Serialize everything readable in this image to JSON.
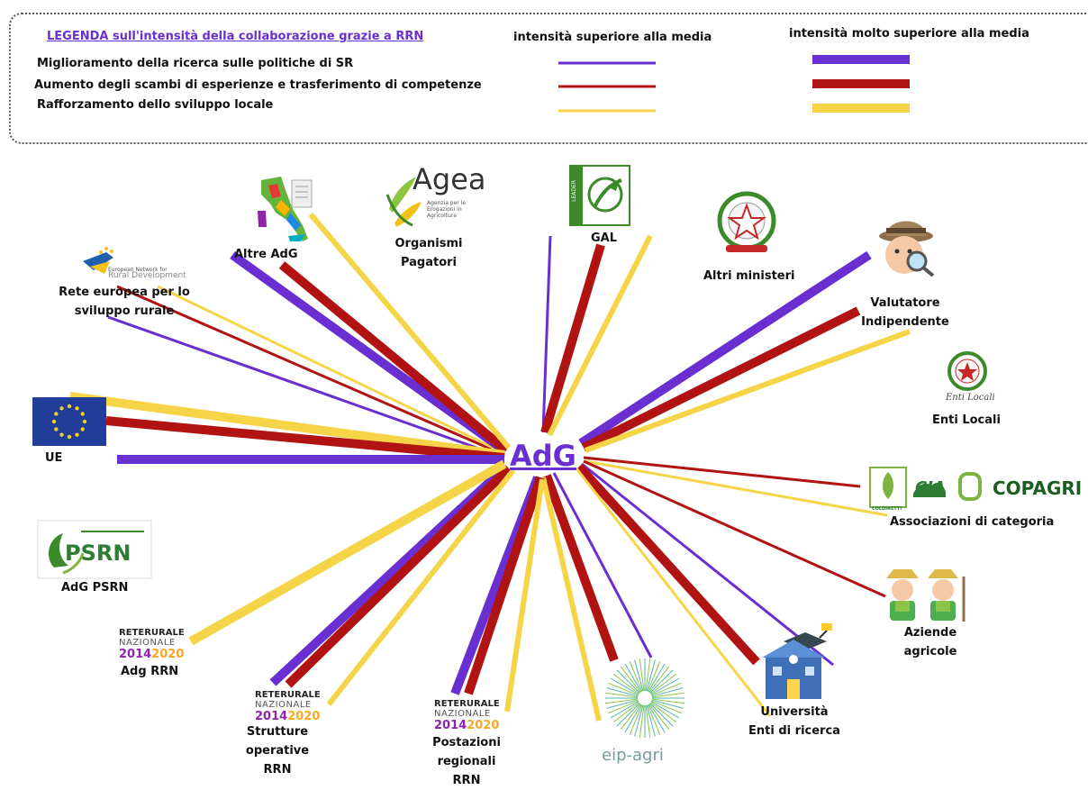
{
  "legend": {
    "title": "LEGENDA sull'intensità della collaborazione grazie a RRN",
    "col_above": "intensità superiore alla media",
    "col_much_above": "intensità molto superiore alla media",
    "rows": [
      "Miglioramento della ricerca sulle politiche di SR",
      "Aumento degli scambi di esperienze e trasferimento di competenze",
      "Rafforzamento dello sviluppo locale"
    ]
  },
  "colors": {
    "purple": "#6a2fd0",
    "red": "#b11212",
    "yellow": "#f5d547",
    "green": "#3c8a2a",
    "eu_blue": "#1f3d99",
    "star": "#f2d21b"
  },
  "center": {
    "label": "AdG"
  },
  "nodes": {
    "altre_adg": "Altre AdG",
    "organismi_pagatori": [
      "Organismi",
      "Pagatori"
    ],
    "agea_logo": "Agea",
    "agea_sub": "Agenzia per le Erogazioni in Agricoltura",
    "gal": "GAL",
    "leader_logo": "LEADER",
    "altri_ministeri": "Altri ministeri",
    "valutatore": [
      "Valutatore",
      "Indipendente"
    ],
    "enti_locali_logo": "Enti Locali",
    "enti_locali": "Enti Locali",
    "associazioni": "Associazioni di categoria",
    "coldiretti": "COLDIRETTI",
    "cia": "CIA",
    "copagri": "COPAGRI",
    "aziende": [
      "Aziende",
      "agricole"
    ],
    "universita": [
      "Università",
      "Enti di ricerca"
    ],
    "eip": "eip-agri",
    "postazioni": [
      "Postazioni",
      "regionali",
      "RRN"
    ],
    "strutture": [
      "Strutture",
      "operative",
      "RRN"
    ],
    "adg_rrn": "Adg RRN",
    "adg_psrn": "AdG PSRN",
    "psrn_logo": "PSRN",
    "ue": "UE",
    "rete_europea": [
      "Rete europea per lo",
      "sviluppo rurale"
    ],
    "enrd_logo": [
      "European Network for",
      "Rural Development"
    ],
    "rrn_logo": [
      "RETE",
      "RURALE",
      "NAZIONALE",
      "2014",
      "2020"
    ]
  }
}
